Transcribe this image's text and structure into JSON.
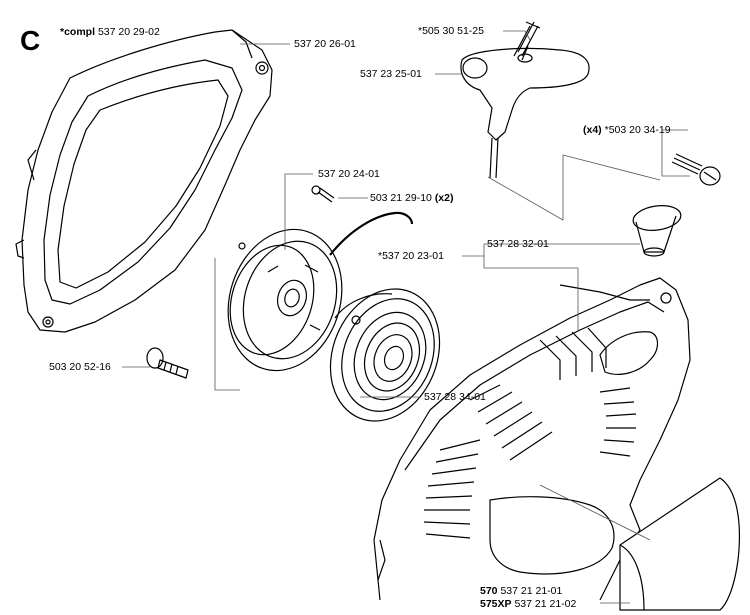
{
  "section_letter": "C",
  "labels": {
    "compl_prefix": "*compl",
    "compl_number": "537 20 29-02",
    "cover_left": "537 20 26-01",
    "screw_top": "*505 30 51-25",
    "handle": "537 23 25-01",
    "screw_right_qty": "(x4)",
    "screw_right": "*503 20 34-19",
    "pulley": "537 20 24-01",
    "small_screw": "503 21 29-10",
    "small_screw_qty": "(x2)",
    "starter_assy": "*537 20 23-01",
    "bushing": "537 28 32-01",
    "bolt": "503 20 52-16",
    "spring": "537 28 34-01",
    "model_570": "570",
    "model_570_number": "537 21 21-01",
    "model_575xp": "575XP",
    "model_575xp_number": "537 21 21-02"
  },
  "colors": {
    "line": "#000000",
    "leader": "#555555",
    "background": "#ffffff"
  }
}
